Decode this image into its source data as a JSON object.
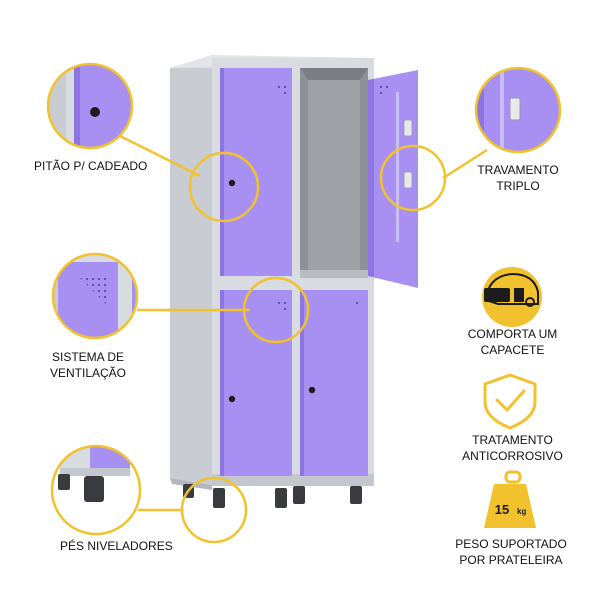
{
  "colors": {
    "accent_yellow": "#F2C12E",
    "door_purple": "#A790F2",
    "door_purple_dark": "#8E74E0",
    "frame_gray": "#D5D8DD",
    "frame_gray_dark": "#A9ADB4",
    "leg_dark": "#3A3B3F"
  },
  "features": {
    "padlock": {
      "label": "PITÃO P/ CADEADO"
    },
    "ventilation": {
      "line1": "SISTEMA DE",
      "line2": "VENTILAÇÃO"
    },
    "feet": {
      "label": "PÉS NIVELADORES"
    },
    "locking": {
      "line1": "TRAVAMENTO",
      "line2": "TRIPLO"
    },
    "helmet": {
      "line1": "COMPORTA UM",
      "line2": "CAPACETE",
      "icon": "helmet-icon"
    },
    "anticorrosion": {
      "line1": "TRATAMENTO",
      "line2": "ANTICORROSIVO",
      "icon": "shield-check-icon"
    },
    "weight": {
      "line1": "PESO SUPORTADO",
      "line2": "POR PRATELEIRA",
      "icon": "weight-icon",
      "value": "15",
      "unit": "kg"
    }
  }
}
